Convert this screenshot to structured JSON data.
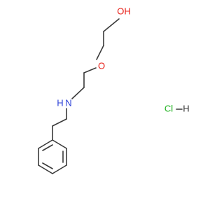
{
  "colors": {
    "bond": "#3a3a3a",
    "oxygen": "#e8211a",
    "nitrogen": "#2a3fd6",
    "chlorine": "#22b422",
    "hydrogen": "#3a3a3a"
  },
  "labels": {
    "hydroxyl": "OH",
    "ether_oxygen": "O",
    "amine_nitrogen": "N",
    "amine_hydrogen": "H",
    "chlorine": "Cl",
    "salt_hydrogen": "H"
  }
}
